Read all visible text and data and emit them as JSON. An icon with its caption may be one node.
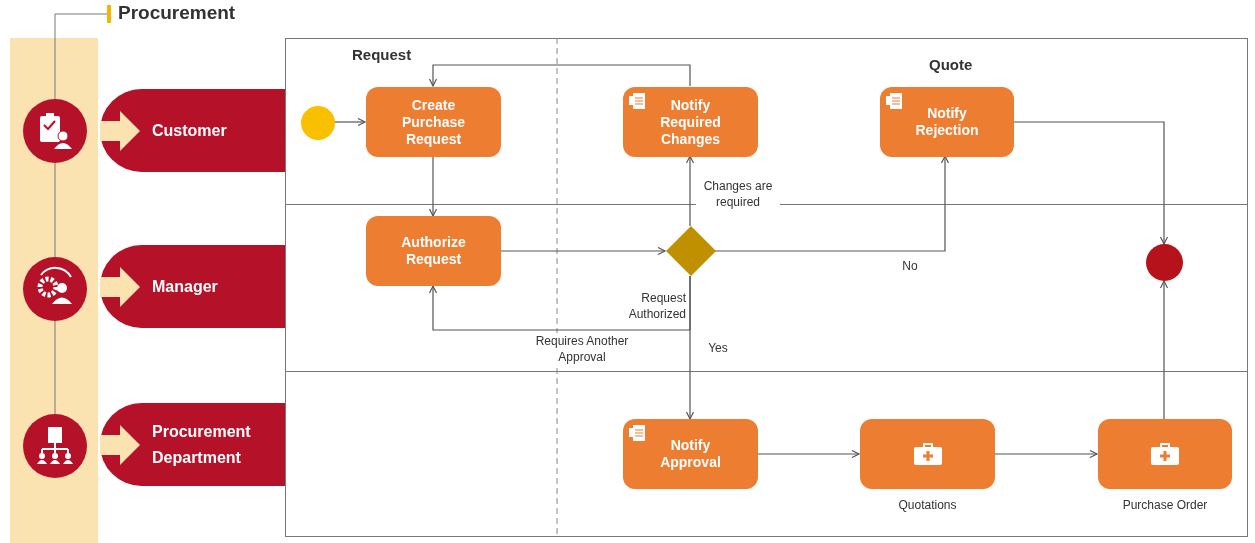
{
  "diagram": {
    "title": "Procurement",
    "nodes": [
      {
        "text": [
          "Customer"
        ]
      },
      {
        "text": [
          "Manager"
        ]
      },
      {
        "text": [
          "Procurement Department"
        ]
      },
      {
        "text": [],
        "shape": "circle",
        "in": 0
      },
      {
        "text": [
          "Create Purchase Request"
        ],
        "in": 0
      },
      {
        "text": [
          "Notify Required Changes"
        ],
        "in": 0
      },
      {
        "text": [
          "Notify Rejection"
        ],
        "in": 0
      },
      {
        "text": [
          "Authorize Request"
        ],
        "in": 1
      },
      {
        "text": [],
        "shape": "diamond",
        "in": 1,
        "beside": [
          "Request Authorized"
        ]
      },
      {
        "text": [],
        "shape": "circle",
        "in": 1
      },
      {
        "text": [
          "Notify Approval"
        ],
        "in": 2
      },
      {
        "text": [],
        "shape": "box",
        "in": 2,
        "beside": [
          "Quotations"
        ]
      },
      {
        "text": [],
        "shape": "box",
        "in": 2,
        "beside": [
          "Purchase Order"
        ]
      }
    ],
    "edges": [
      {
        "from": 3,
        "to": 4,
        "arrow": "to"
      },
      {
        "from": 4,
        "to": 7,
        "arrow": "to"
      },
      {
        "from": 7,
        "to": 8,
        "arrow": "to"
      },
      {
        "from": 8,
        "to": 5,
        "arrow": "to",
        "label": "Changes are required"
      },
      {
        "from": 8,
        "to": 6,
        "arrow": "to",
        "label": "No"
      },
      {
        "from": 8,
        "to": 10,
        "arrow": "to",
        "label": "Yes"
      },
      {
        "from": 8,
        "to": 7,
        "arrow": "to",
        "label": "Requires Another Approval"
      },
      {
        "from": 5,
        "to": 4,
        "arrow": "to"
      },
      {
        "from": 10,
        "to": 11,
        "arrow": "to"
      },
      {
        "from": 11,
        "to": 12,
        "arrow": "to"
      },
      {
        "from": 12,
        "to": 9,
        "arrow": "to"
      },
      {
        "from": 6,
        "to": 9,
        "arrow": "to"
      }
    ],
    "labels": [
      "Request",
      "Quote"
    ]
  }
}
